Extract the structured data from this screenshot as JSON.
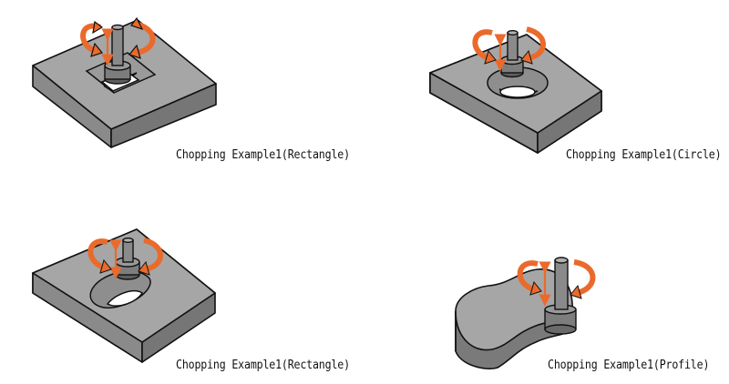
{
  "examples": [
    {
      "caption": "Chopping Example1(Rectangle)",
      "hole_shape": "rectangle"
    },
    {
      "caption": "Chopping Example1(Circle)",
      "hole_shape": "circle"
    },
    {
      "caption": "Chopping Example1(Rectangle)",
      "hole_shape": "rectangle-rounded"
    },
    {
      "caption": "Chopping Example1(Profile)",
      "hole_shape": "profile"
    }
  ],
  "colors": {
    "block_top": "#a6a6a6",
    "block_front": "#8a8a8a",
    "block_side": "#767676",
    "tool_body": "#7d7d7d",
    "arrow_orange": "#ea6a2c",
    "outline": "#111111"
  },
  "icons": [
    "rotation-arrow-icon",
    "up-down-arrow-icon",
    "cutting-tool-icon"
  ]
}
